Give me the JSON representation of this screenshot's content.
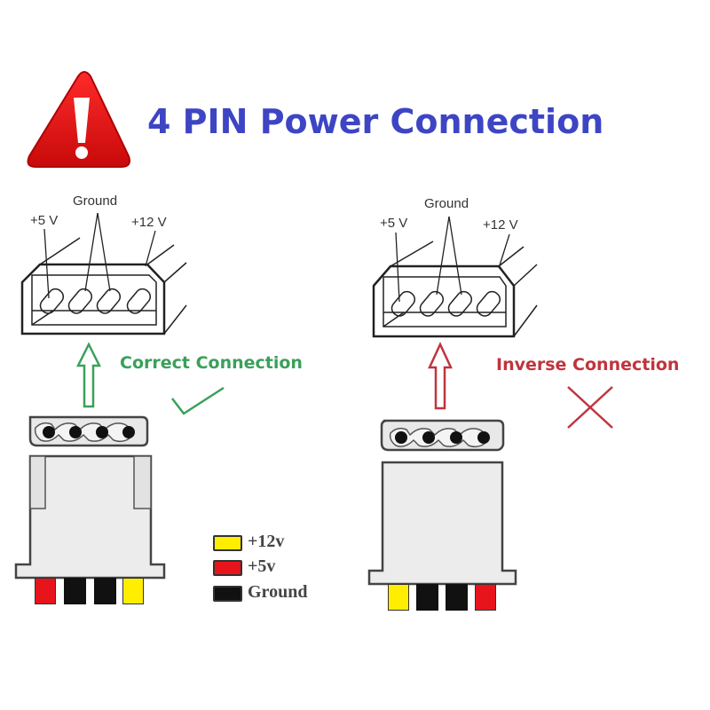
{
  "title": "4 PIN Power Connection",
  "warning_icon": "warning-triangle-icon",
  "colors": {
    "title": "#3d45c4",
    "correct": "#3aa05a",
    "inverse": "#c0343e",
    "wire_yellow": "#ffee00",
    "wire_red": "#e8141b",
    "wire_black": "#111111",
    "connector_fill": "#ececec"
  },
  "panels": [
    {
      "id": "correct",
      "pin_labels": {
        "ground": "Ground",
        "plus5": "+5 V",
        "plus12": "+12 V"
      },
      "status_label": "Correct Connection",
      "status_icon": "checkmark-icon",
      "arrow_icon": "arrow-up-icon",
      "wires": [
        "red",
        "black",
        "black",
        "yellow"
      ]
    },
    {
      "id": "inverse",
      "pin_labels": {
        "ground": "Ground",
        "plus5": "+5 V",
        "plus12": "+12 V"
      },
      "status_label": "Inverse Connection",
      "status_icon": "cross-icon",
      "arrow_icon": "arrow-up-icon",
      "wires": [
        "yellow",
        "black",
        "black",
        "red"
      ]
    }
  ],
  "legend": [
    {
      "color": "yellow",
      "label": "+12v"
    },
    {
      "color": "red",
      "label": "+5v"
    },
    {
      "color": "black",
      "label": "Ground"
    }
  ]
}
